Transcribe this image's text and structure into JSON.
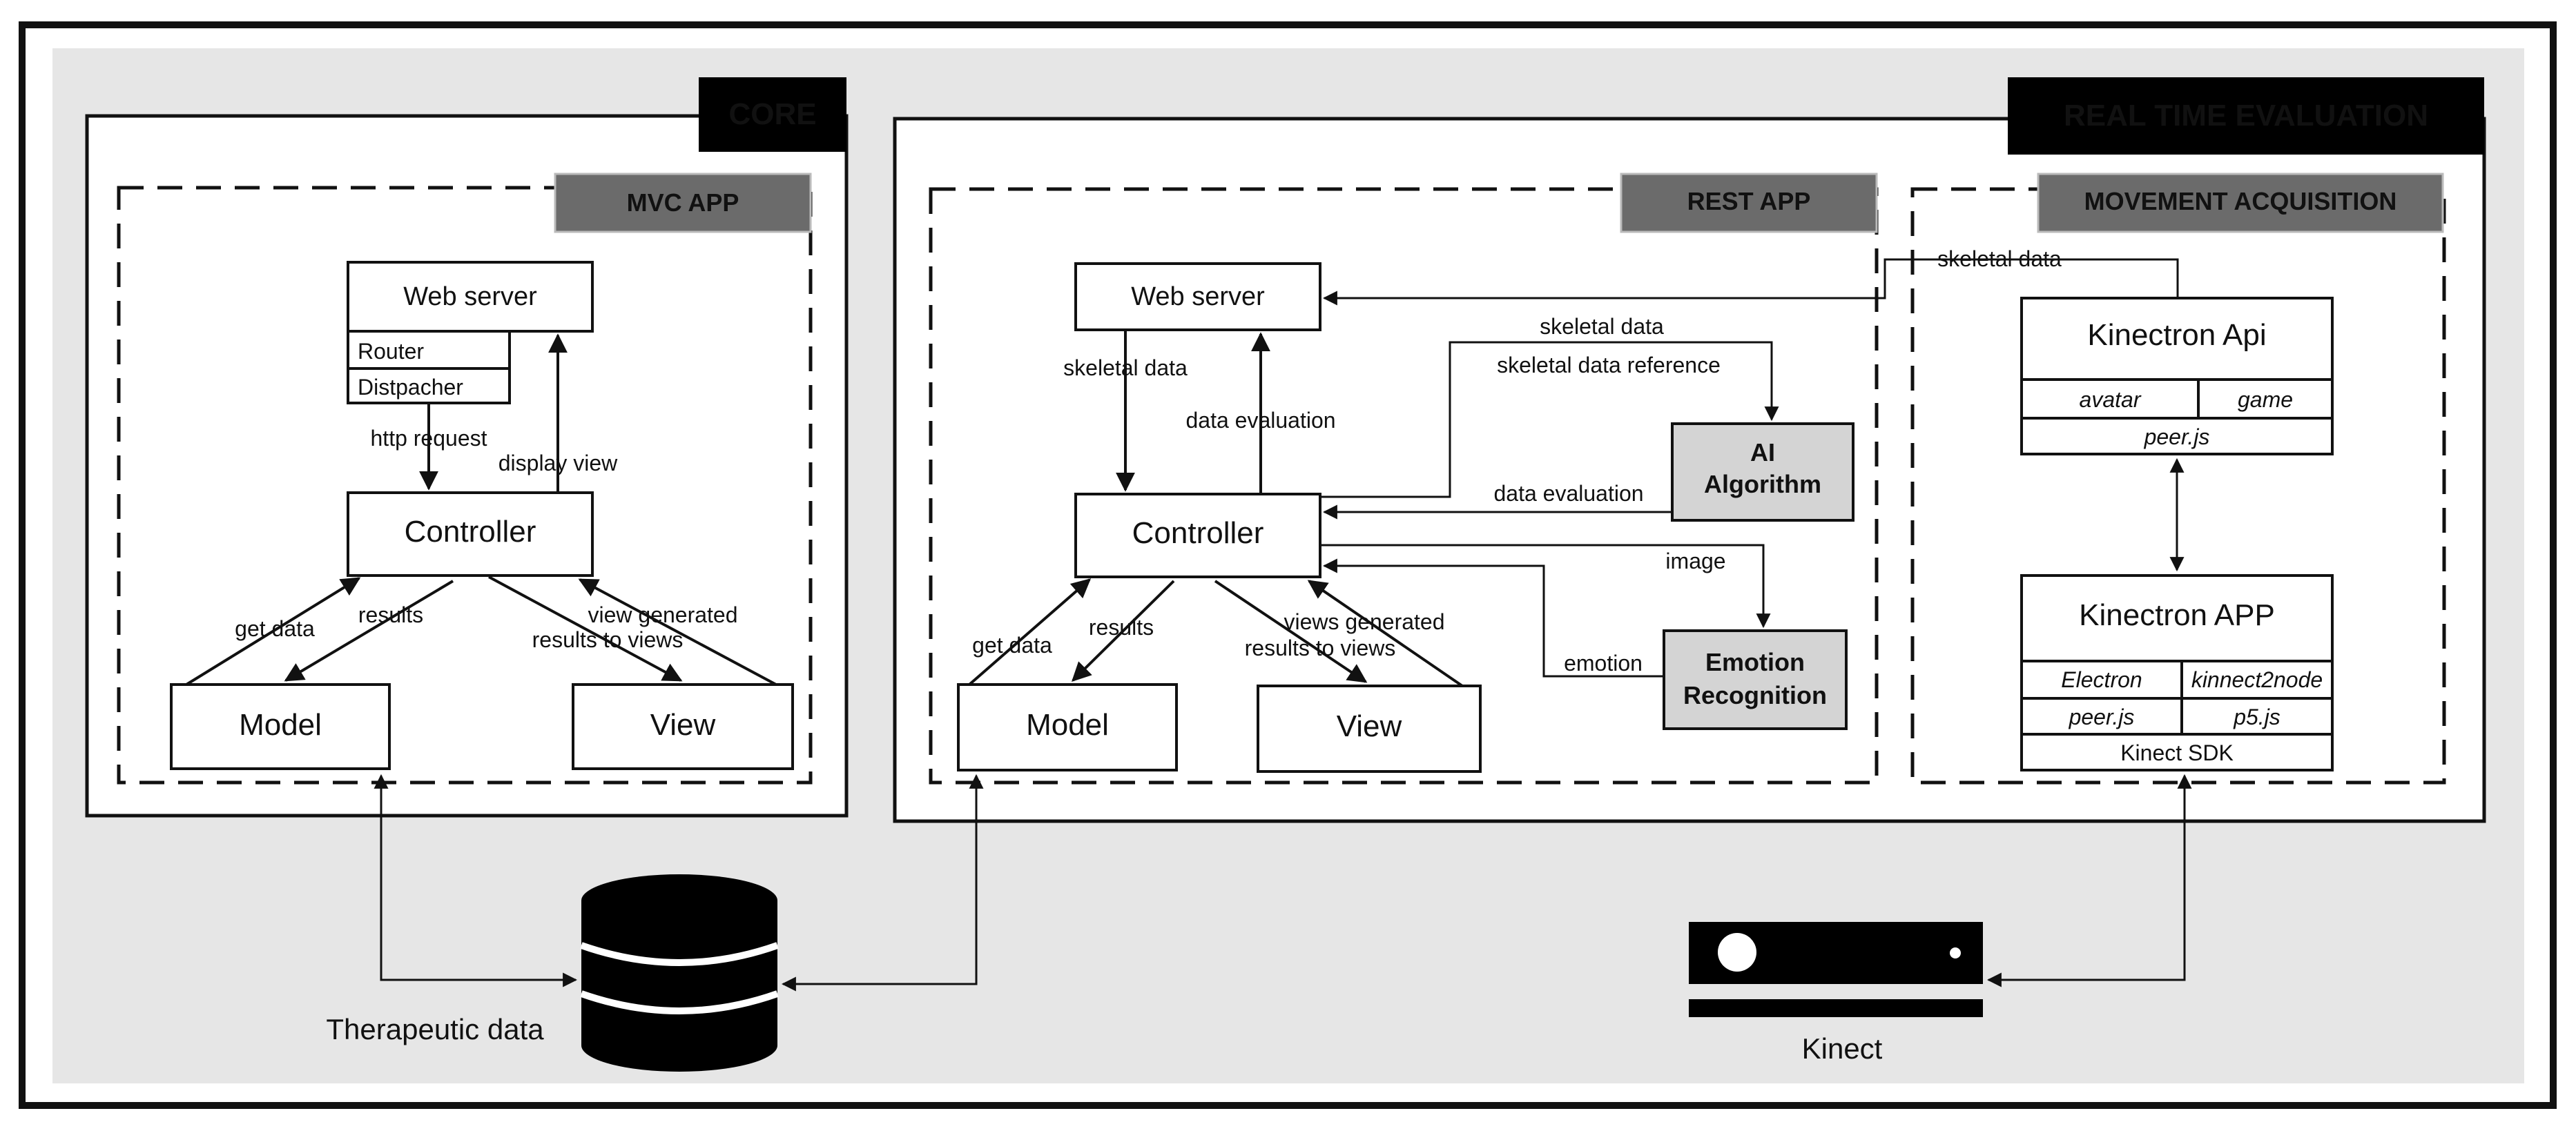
{
  "sections": {
    "core": "CORE",
    "realtime": "REAL TIME EVALUATION"
  },
  "subsections": {
    "mvc_app": "MVC APP",
    "rest_app": "REST APP",
    "movement_acquisition": "MOVEMENT ACQUISITION"
  },
  "core": {
    "web_server": "Web server",
    "router": "Router",
    "dispatcher": "Distpacher",
    "controller": "Controller",
    "model": "Model",
    "view": "View",
    "http_request": "http request",
    "display_view": "display view",
    "get_data": "get data",
    "results": "results",
    "view_generated": "view generated",
    "results_to_views": "results to views"
  },
  "rest": {
    "web_server": "Web server",
    "controller": "Controller",
    "model": "Model",
    "view": "View",
    "skeletal_data_down": "skeletal data",
    "data_evaluation_up": "data evaluation",
    "skeletal_data": "skeletal data",
    "skeletal_data_reference": "skeletal data reference",
    "data_evaluation": "data evaluation",
    "image": "image",
    "emotion": "emotion",
    "get_data": "get data",
    "results": "results",
    "views_generated": "views generated",
    "results_to_views": "results to views",
    "ai_line1": "AI",
    "ai_line2": "Algorithm",
    "emo_line1": "Emotion",
    "emo_line2": "Recognition"
  },
  "movement": {
    "skeletal_data": "skeletal data",
    "api_title": "Kinectron Api",
    "api_avatar": "avatar",
    "api_game": "game",
    "api_peer": "peer.js",
    "app_title": "Kinectron APP",
    "app_electron": "Electron",
    "app_kinnect2node": "kinnect2node",
    "app_peer": "peer.js",
    "app_p5": "p5.js",
    "app_sdk": "Kinect SDK"
  },
  "database_label": "Therapeutic data",
  "kinect_label": "Kinect",
  "colors": {
    "page_bg": "#ffffff",
    "outer_bg": "#e6e6e6",
    "title_bg": "#000000",
    "subtitle_bg": "#6b6b6b",
    "module_bg": "#d4d4d4",
    "line": "#111111"
  }
}
